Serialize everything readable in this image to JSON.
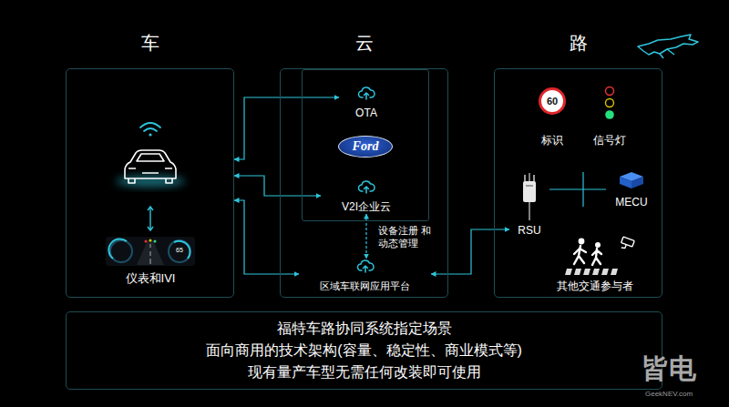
{
  "diagram": {
    "nodes": [
      {
        "text": [
          "车"
        ]
      },
      {
        "text": [
          "云"
        ]
      },
      {
        "text": [],
        "in": 1
      },
      {
        "text": [
          "OTA"
        ],
        "in": 2
      },
      {
        "text": [
          "Ford"
        ],
        "in": 2
      },
      {
        "text": [
          "V2I企业云"
        ],
        "in": 2
      },
      {
        "text": [
          "区域车联网应用平台"
        ],
        "in": 1
      },
      {
        "text": [
          "路"
        ]
      },
      {
        "text": [
          "60",
          "标识"
        ],
        "in": 7
      },
      {
        "text": [
          "信号灯"
        ],
        "in": 7
      },
      {
        "text": [
          "RSU"
        ],
        "in": 7
      },
      {
        "text": [
          "MECU"
        ],
        "in": 7
      },
      {
        "text": [
          "其他交通参与者"
        ],
        "in": 7
      },
      {
        "text": [
          "福特车路协同系统指定场景",
          "面向商用的技术架构(容量、稳定性、商业模式等)",
          "现有量产车型无需任何改装即可使用"
        ]
      }
    ],
    "edges": [
      {
        "from": 0,
        "to": 3,
        "arrow": "both"
      },
      {
        "from": 0,
        "to": 5,
        "arrow": "both"
      },
      {
        "from": 0,
        "to": 6,
        "arrow": "both"
      },
      {
        "from": 5,
        "to": 6,
        "label": "设备注册 和动态管理",
        "arrow": "both"
      },
      {
        "from": 6,
        "to": 10,
        "arrow": "both"
      },
      {
        "from": 10,
        "to": 11,
        "arrow": "none"
      }
    ],
    "labels": [
      "仪表和IVI",
      "65",
      "皆电",
      "GeekNEV.com"
    ]
  }
}
